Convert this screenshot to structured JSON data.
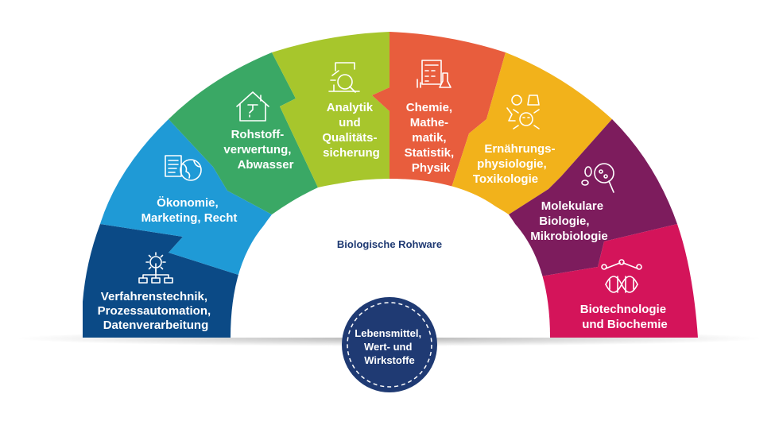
{
  "center": {
    "label": "Biologische Rohware"
  },
  "badge": {
    "lines": [
      "Lebensmittel,",
      "Wert- und",
      "Wirkstoffe"
    ]
  },
  "segments": [
    {
      "id": "verfahrenstechnik",
      "color": "#0b4a86",
      "icon": "gear-network-icon",
      "lines": [
        "Verfahrenstechnik,",
        "Prozessautomation,",
        "Datenverarbeitung"
      ]
    },
    {
      "id": "oekonomie",
      "color": "#1f9ad6",
      "icon": "document-globe-icon",
      "lines": [
        "Ökonomie,",
        "Marketing, Recht"
      ]
    },
    {
      "id": "rohstoff",
      "color": "#3aa865",
      "icon": "house-faucet-icon",
      "lines": [
        "Rohstoff-",
        "verwertung,",
        "Abwasser"
      ]
    },
    {
      "id": "analytik",
      "color": "#a7c62c",
      "icon": "microscope-magnifier-icon",
      "lines": [
        "Analytik",
        "und",
        "Qualitäts-",
        "sicherung"
      ]
    },
    {
      "id": "chemie",
      "color": "#e85d3d",
      "icon": "calculator-flask-icon",
      "lines": [
        "Chemie,",
        "Mathe-",
        "matik,",
        "Statistik,",
        "Physik"
      ]
    },
    {
      "id": "ernaehrung",
      "color": "#f2b21b",
      "icon": "food-skull-icon",
      "lines": [
        "Ernährungs-",
        "physiologie,",
        "Toxikologie"
      ]
    },
    {
      "id": "molekular",
      "color": "#7d1c5d",
      "icon": "cells-magnifier-icon",
      "lines": [
        "Molekulare",
        "Biologie,",
        "Mikrobiologie"
      ]
    },
    {
      "id": "biotech",
      "color": "#d4145a",
      "icon": "dna-network-icon",
      "lines": [
        "Biotechnologie",
        "und Biochemie"
      ]
    }
  ]
}
